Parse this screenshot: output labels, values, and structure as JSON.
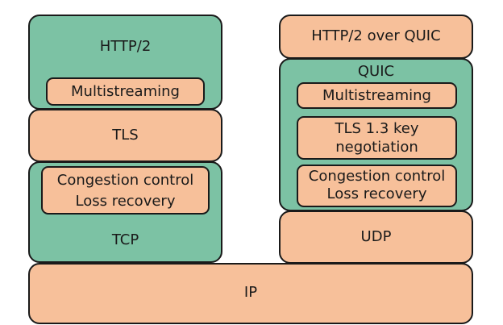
{
  "left_stack": {
    "http2": {
      "title": "HTTP/2",
      "multistreaming": "Multistreaming"
    },
    "tls": "TLS",
    "tcp": {
      "congestion_control": "Congestion control",
      "loss_recovery": "Loss recovery",
      "title": "TCP"
    }
  },
  "right_stack": {
    "http2_over_quic": "HTTP/2 over QUIC",
    "quic": {
      "title": "QUIC",
      "multistreaming": "Multistreaming",
      "tls13_line1": "TLS 1.3 key",
      "tls13_line2": "negotiation",
      "congestion_control": "Congestion control",
      "loss_recovery": "Loss recovery"
    },
    "udp": "UDP"
  },
  "ip": "IP",
  "colors": {
    "green": "#7cc2a4",
    "orange": "#f7c09a",
    "outline": "#1a1a1a"
  }
}
